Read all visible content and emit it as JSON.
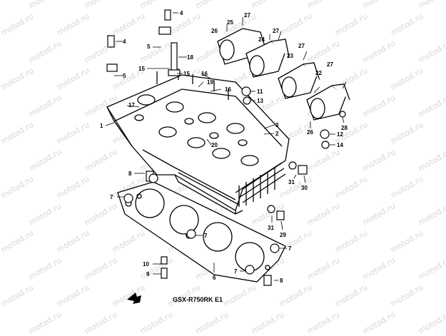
{
  "diagram": {
    "caption": "GSX-R750RK E1",
    "watermark": "motod.ru",
    "callouts": {
      "c1": "1",
      "c2": "2",
      "c3": "3",
      "c4a": "4",
      "c4b": "4",
      "c5a": "5",
      "c5b": "5",
      "c6": "6",
      "c7a": "7",
      "c7b": "7",
      "c7c": "7",
      "c7d": "7",
      "c8a": "8",
      "c8b": "8",
      "c9": "9",
      "c10": "10",
      "c11": "11",
      "c12": "12",
      "c13": "13",
      "c14": "14",
      "c15a": "15",
      "c15b": "15",
      "c16a": "16",
      "c16b": "16",
      "c17": "17",
      "c18": "18",
      "c19": "19",
      "c20": "20",
      "c22": "22",
      "c23": "23",
      "c24": "24",
      "c25": "25",
      "c26a": "26",
      "c26b": "26",
      "c27a": "27",
      "c27b": "27",
      "c27c": "27",
      "c27d": "27",
      "c28": "28",
      "c29": "29",
      "c30": "30",
      "c31a": "31",
      "c31b": "31"
    },
    "colors": {
      "line": "#000000",
      "background": "#ffffff",
      "watermark": "#d6d6d6"
    }
  }
}
